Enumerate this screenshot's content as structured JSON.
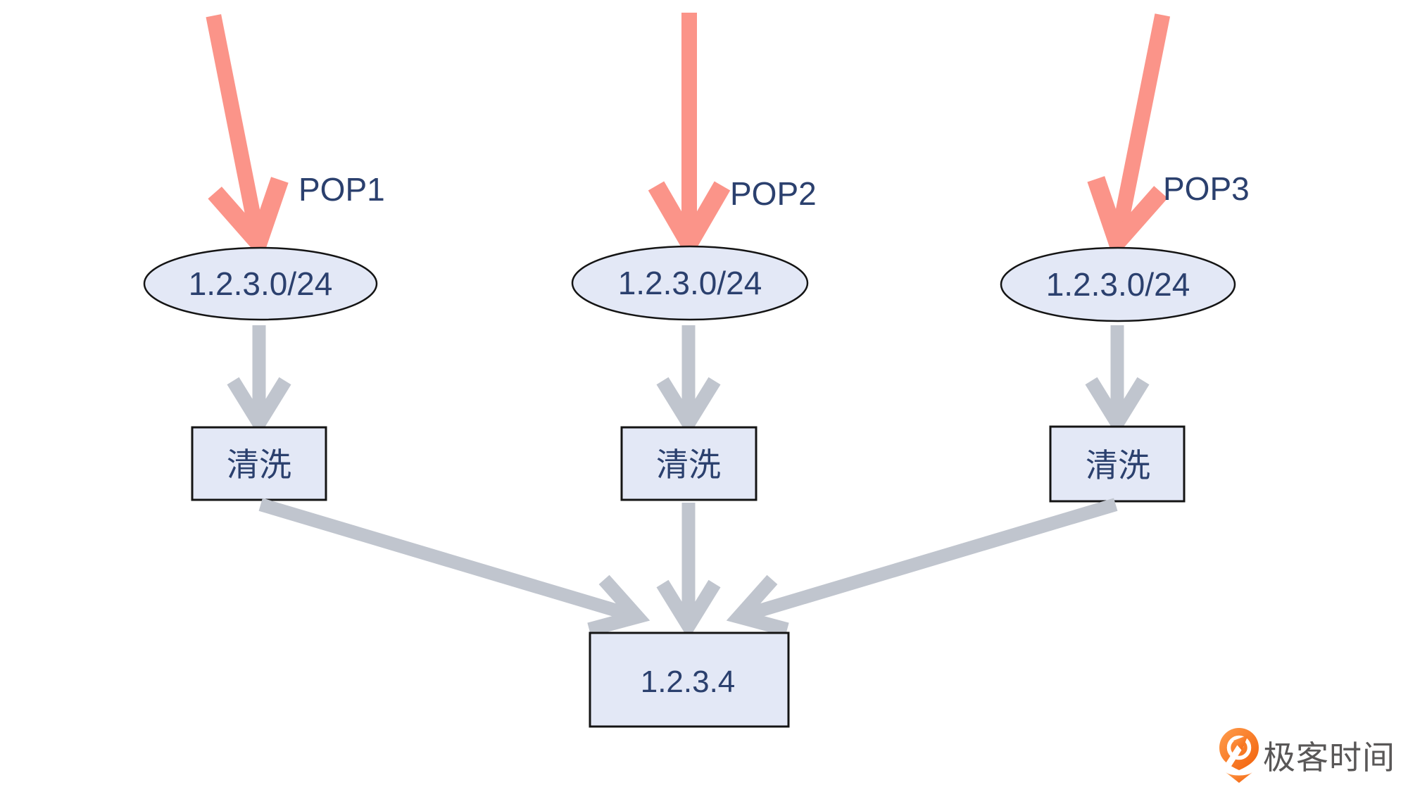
{
  "diagram": {
    "columns": [
      {
        "pop_label": "POP1",
        "prefix": "1.2.3.0/24",
        "process": "清洗"
      },
      {
        "pop_label": "POP2",
        "prefix": "1.2.3.0/24",
        "process": "清洗"
      },
      {
        "pop_label": "POP3",
        "prefix": "1.2.3.0/24",
        "process": "清洗"
      }
    ],
    "target_ip": "1.2.3.4"
  },
  "colors": {
    "attack_arrow": "#FB9489",
    "flow_arrow": "#C0C5CE",
    "node_fill": "#E3E8F6",
    "node_border": "#141414",
    "label_text": "#2B406E",
    "logo_orange_light": "#FF9D4D",
    "logo_orange_dark": "#F2600A",
    "logo_text": "#595757",
    "background": "#FFFFFF"
  },
  "logo": {
    "brand_text": "极客时间",
    "icon": "location-pin-q-arrow"
  }
}
